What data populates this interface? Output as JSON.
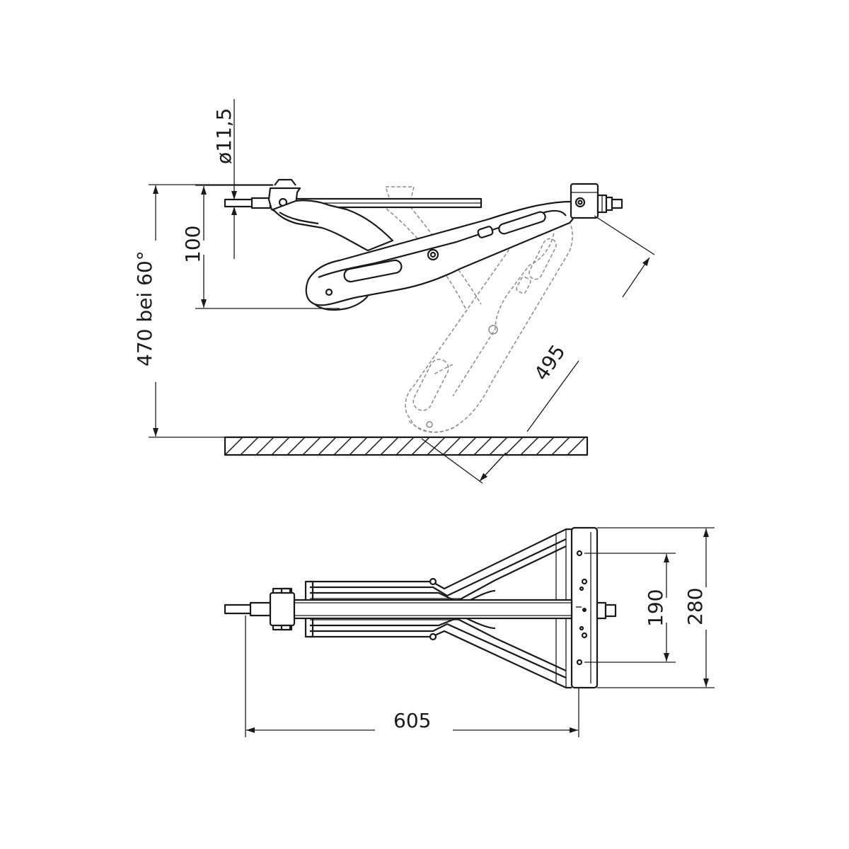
{
  "dimensions": {
    "pin_diameter": "ø11,5",
    "offset": "100",
    "height": "470 bei 60°",
    "arm_length": "495",
    "inner_width": "190",
    "outer_width": "280",
    "total_length": "605"
  }
}
